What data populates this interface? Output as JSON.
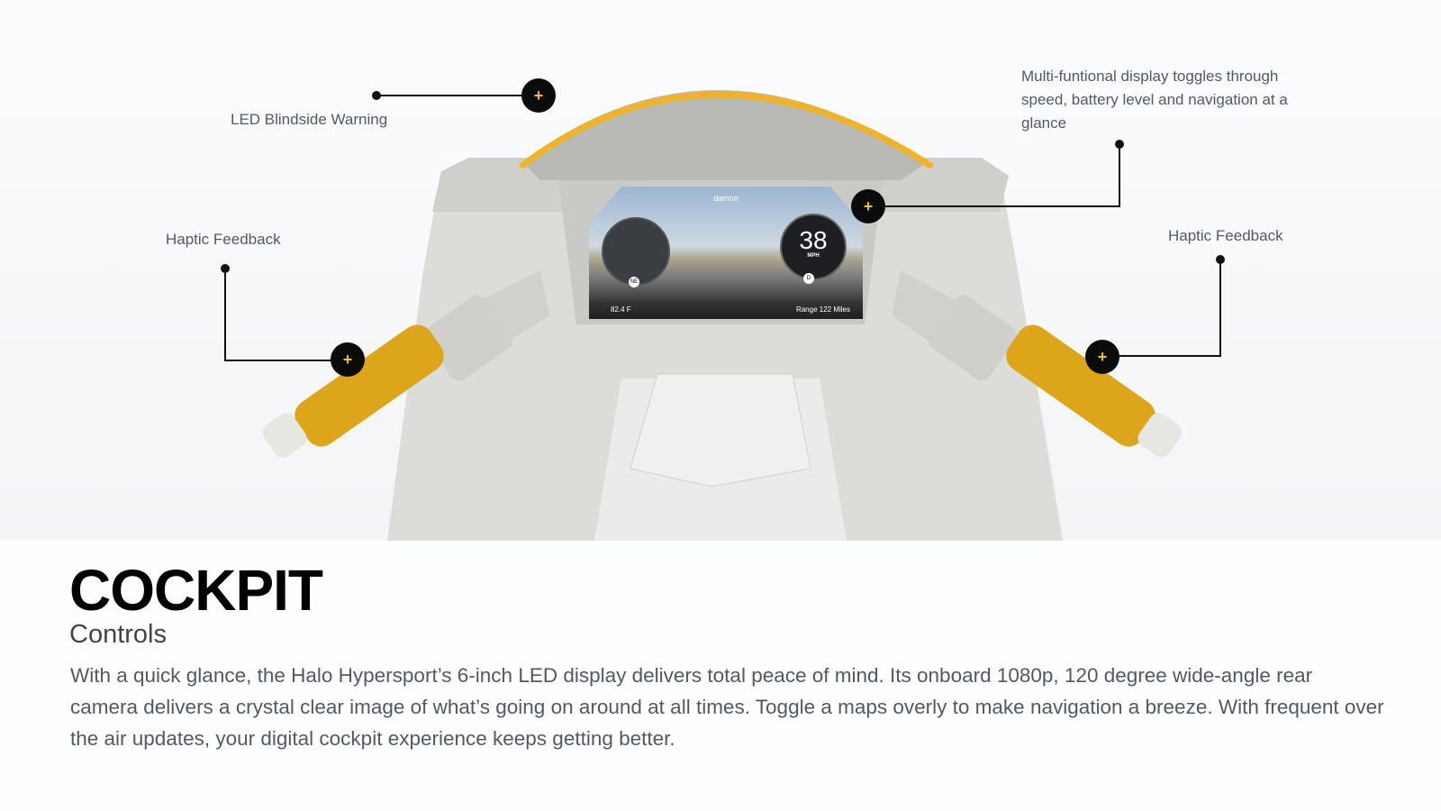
{
  "callouts": {
    "led_blindside": "LED Blindside Warning",
    "haptic_left": "Haptic Feedback",
    "haptic_right": "Haptic Feedback",
    "display": "Multi-funtional display toggles through speed, battery level and navigation at a glance",
    "hotspot_symbol": "+"
  },
  "dashboard": {
    "brand": "damon",
    "speed": "38",
    "speed_unit": "MPH",
    "direction": "NE",
    "gear": "D",
    "temperature": "82.4 F",
    "range": "Range 122 Miles"
  },
  "heading": {
    "title": "COCKPIT",
    "subtitle": "Controls"
  },
  "description": "With a quick glance, the Halo Hypersport’s 6-inch LED display delivers total peace of mind. Its onboard 1080p, 120 degree wide-angle rear camera delivers a crystal clear image of what’s going on around at all times. Toggle a maps overly to make navigation a breeze. With frequent over the air updates, your digital cockpit experience keeps getting better.",
  "colors": {
    "accent": "#f3c200",
    "grip": "#dca51a",
    "fairing": "#d9d9d6"
  }
}
